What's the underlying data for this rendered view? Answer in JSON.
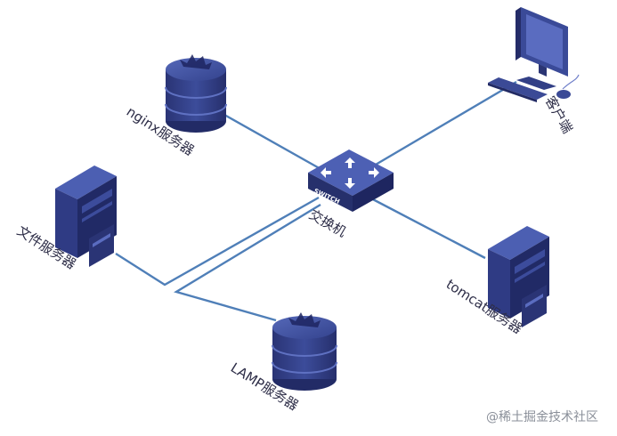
{
  "colors": {
    "device_dark": "#27306e",
    "device_mid": "#35448f",
    "device_light": "#4a5db0",
    "cable": "#4f7fb8",
    "label_text": "#2e2e48",
    "watermark_text": "#8a8f99"
  },
  "icons": {
    "client": "desktop-computer-icon",
    "switch": "network-switch-icon",
    "nginx": "database-cylinder-icon",
    "lamp": "database-cylinder-icon",
    "file": "tower-server-icon",
    "tomcat": "tower-server-icon"
  },
  "diagram": {
    "switch": {
      "label": "交换机",
      "badge": "SWITCH"
    },
    "client": {
      "label": "客户端"
    },
    "nginx": {
      "label": "nginx服务器"
    },
    "file_server": {
      "label": "文件服务器"
    },
    "lamp": {
      "label": "LAMP服务器"
    },
    "tomcat": {
      "label": "tomcat服务器"
    }
  },
  "watermark": {
    "text": "@稀土掘金技术社区"
  }
}
